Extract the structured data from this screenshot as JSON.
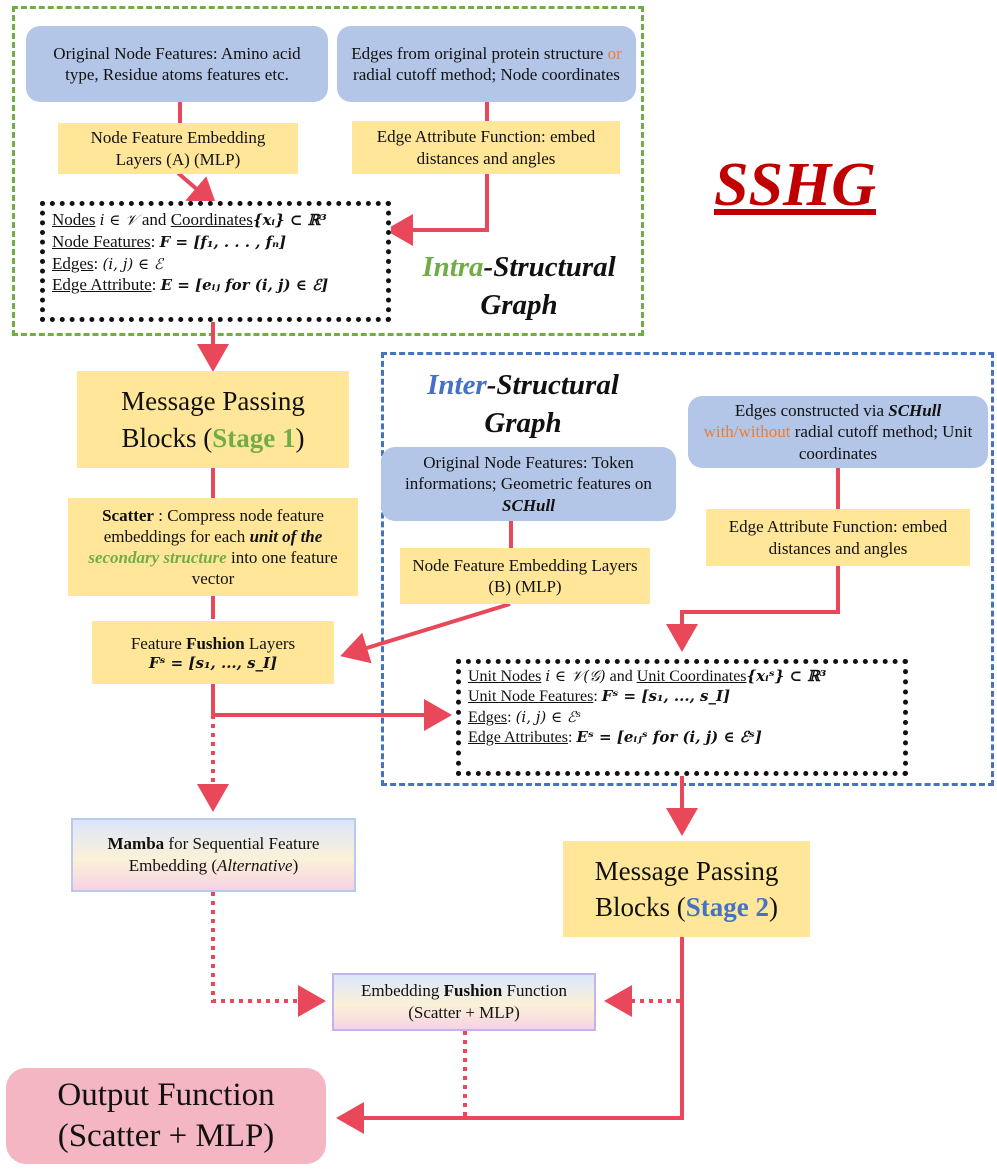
{
  "title": "SSHG",
  "colors": {
    "accent_red": "#c00000",
    "arrow_red": "#e8485a",
    "intra_green": "#70ad47",
    "inter_blue": "#4472c4",
    "node_blue": "#b4c6e7",
    "box_yellow": "#ffe699",
    "output_pink": "#f4b6c2"
  },
  "intra": {
    "title_prefix": "Intra",
    "title_rest": "-Structural",
    "title_line2": "Graph",
    "node_features_box": "Original Node Features: Amino acid type, Residue atoms features etc.",
    "edges_box_a": "Edges from original protein structure ",
    "edges_box_or": "or",
    "edges_box_b": " radial cutoff method; Node coordinates",
    "embed_box": "Node Feature Embedding Layers (A) (MLP)",
    "edge_attr_box": "Edge Attribute Function: embed distances and angles",
    "def": {
      "nodes_label": "Nodes",
      "nodes_math": "i ∈ 𝒱",
      "and": " and ",
      "coords_label": "Coordinates",
      "coords_math": "{xᵢ} ⊂ ℝ³",
      "features_label": "Node Features",
      "features_math": "F = [f₁, . . . , fₙ]",
      "edges_label": "Edges",
      "edges_math": "(i, j) ∈ ℰ",
      "attr_label": "Edge Attribute",
      "attr_math": "E = [eᵢⱼ for (i, j) ∈ ℰ]"
    }
  },
  "stage1": {
    "text": "Message Passing Blocks (",
    "stage": "Stage 1",
    "close": ")"
  },
  "scatter": {
    "a": "Scatter",
    "b": " : Compress node feature embeddings for each ",
    "c": "unit of the ",
    "d": "secondary structure",
    "e": " into one feature vector"
  },
  "fusion_layers": {
    "a": "Feature ",
    "b": "Fushion",
    "c": " Layers",
    "math": "Fˢ = [s₁, ..., s_I]"
  },
  "inter": {
    "title_prefix": "Inter",
    "title_rest": "-Structural",
    "title_line2": "Graph",
    "node_features_box_a": "Original Node Features: Token informations; Geometric features on ",
    "node_features_box_b": "SCHull",
    "edges_box_a": "Edges constructed via ",
    "edges_box_b": "SCHull",
    "edges_box_c": "with/without",
    "edges_box_d": " radial cutoff method; Unit coordinates",
    "embed_box": "Node Feature Embedding Layers (B) (MLP)",
    "edge_attr_box": "Edge Attribute Function: embed distances and angles",
    "def": {
      "unit_nodes_label": "Unit Nodes",
      "unit_nodes_math": "i ∈ 𝒱(𝒢)",
      "and": " and ",
      "unit_coords_label": "Unit Coordinates",
      "unit_coords_math": "{xᵢˢ} ⊂ ℝ³",
      "unit_features_label": "Unit Node Features",
      "unit_features_math": "Fˢ = [s₁, ..., s_I]",
      "edges_label": "Edges",
      "edges_math": "(i, j) ∈ ℰˢ",
      "attrs_label": "Edge Attributes",
      "attrs_math": "Eˢ = [eᵢⱼˢ for (i, j) ∈ ℰˢ]"
    }
  },
  "mamba": {
    "a": "Mamba",
    "b": " for Sequential Feature Embedding (",
    "c": "Alternative",
    "d": ")"
  },
  "stage2": {
    "text": "Message Passing Blocks (",
    "stage": "Stage 2",
    "close": ")"
  },
  "emb_fusion": {
    "a": "Embedding ",
    "b": "Fushion",
    "c": " Function",
    "d": "(Scatter + MLP)"
  },
  "output": {
    "line1": "Output Function",
    "line2": "(Scatter + MLP)"
  }
}
